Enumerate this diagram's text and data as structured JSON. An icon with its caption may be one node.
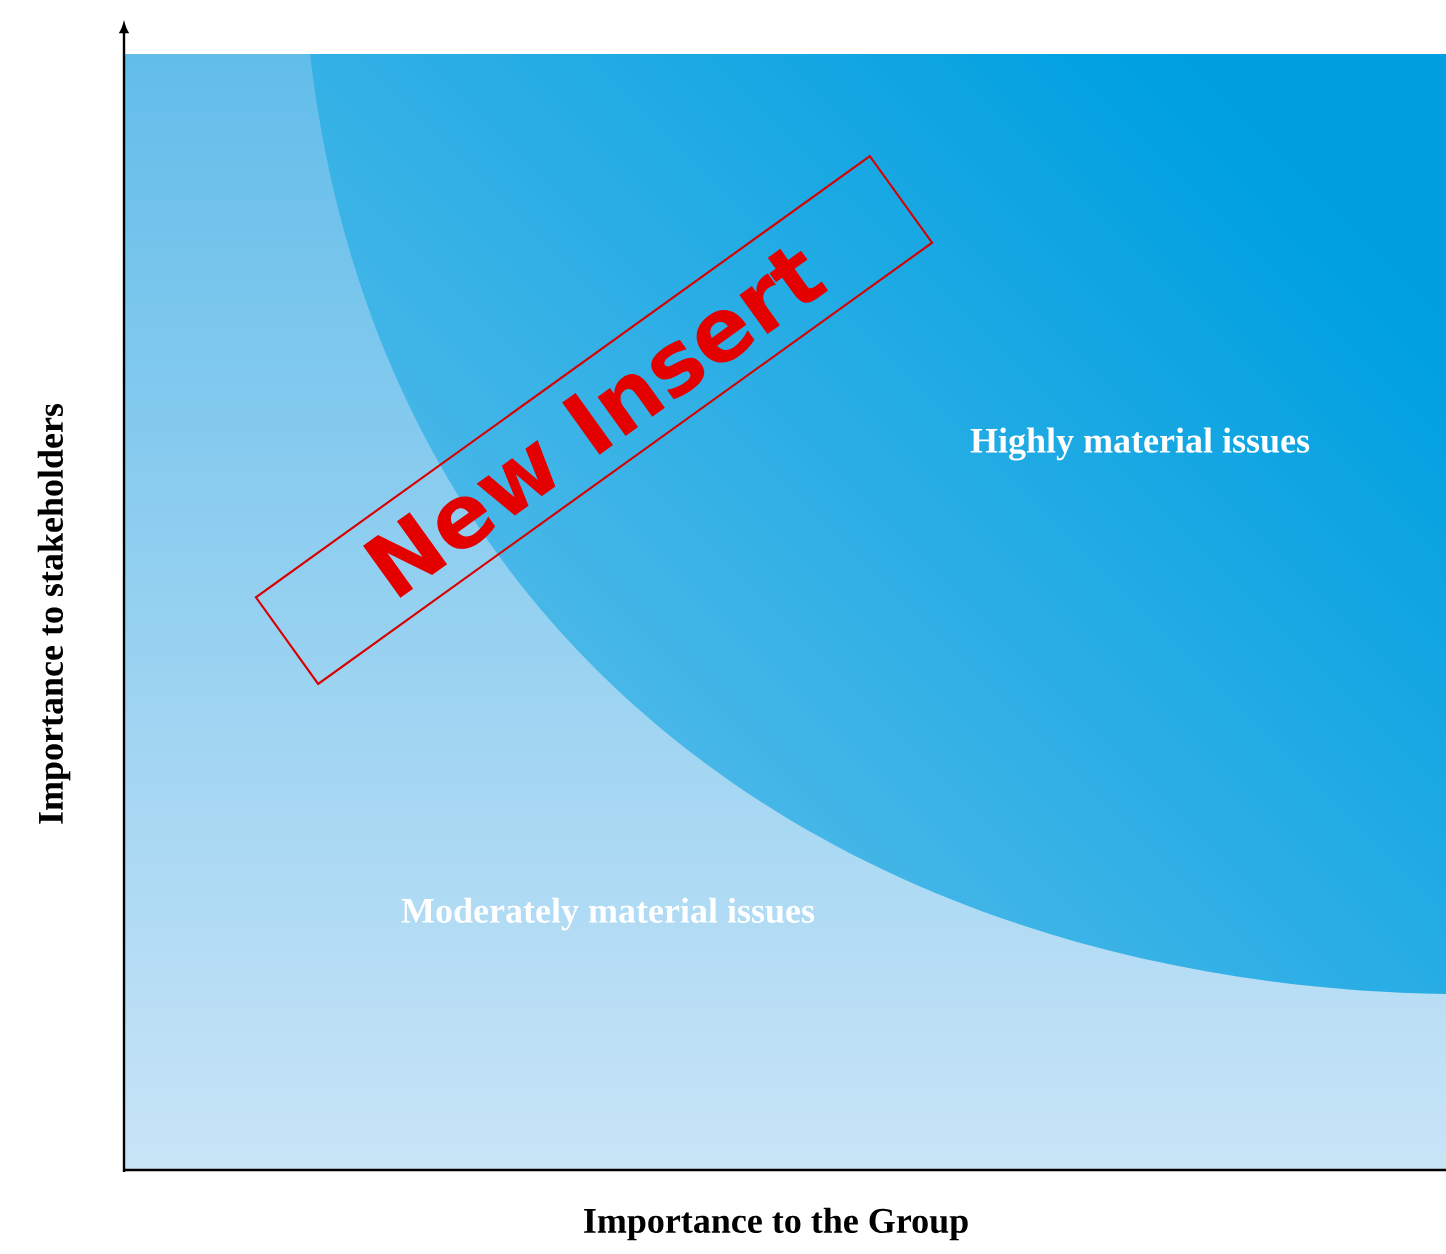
{
  "diagram": {
    "nodes": [
      {
        "text": [
          "Moderately material issues"
        ]
      },
      {
        "text": [
          "Highly material issues"
        ]
      },
      {
        "text": [
          "New Insert"
        ]
      }
    ],
    "labels": [
      "Importance to stakeholders",
      "Importance to the Group"
    ]
  }
}
